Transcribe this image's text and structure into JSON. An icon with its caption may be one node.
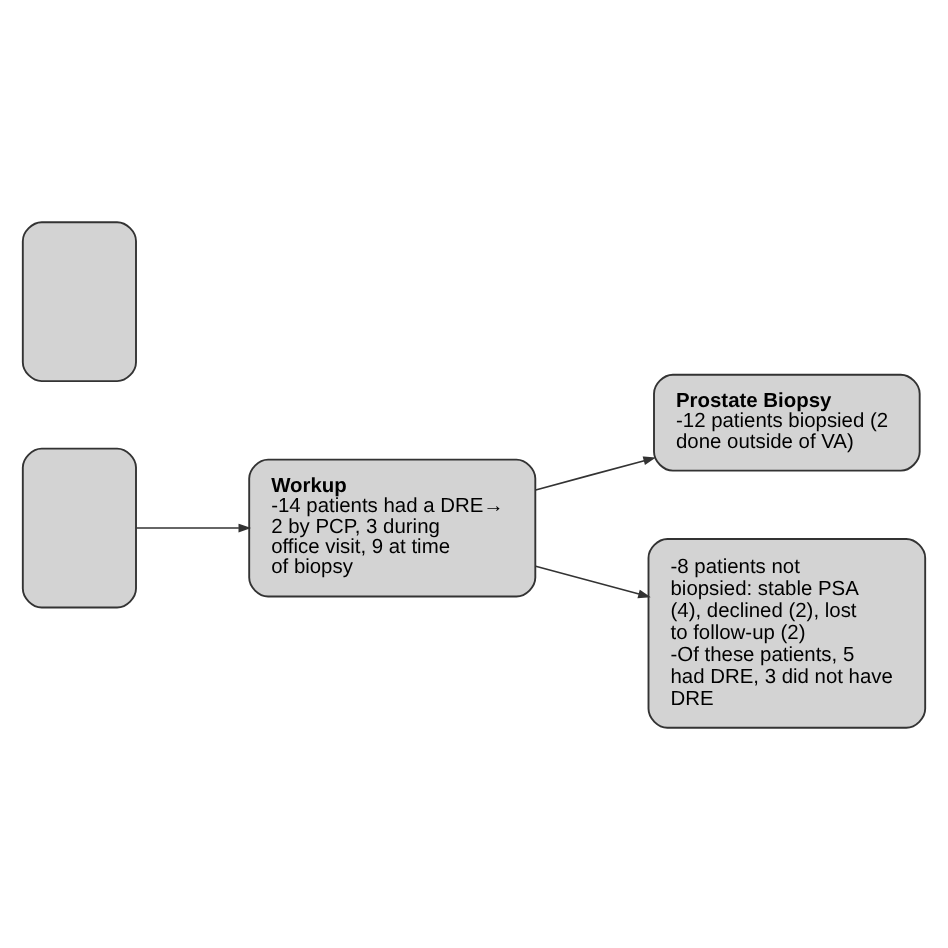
{
  "diagram": {
    "nodes": [
      {
        "text": [],
        "shape": "box"
      },
      {
        "text": [],
        "shape": "box"
      },
      {
        "text": [
          "Workup",
          "-14 patients had a DRE→ 2 by PCP, 3 during office visit, 9 at time of biopsy"
        ]
      },
      {
        "text": [
          "Prostate Biopsy",
          "-12 patients biopsied (2 done outside of VA)"
        ]
      },
      {
        "text": [
          "-8 patients not biopsied: stable PSA (4), declined (2), lost to follow-up (2)",
          "-Of these patients, 5 had DRE, 3 did not have DRE"
        ]
      }
    ],
    "edges": [
      {
        "from": 1,
        "to": 2,
        "arrow": "to"
      },
      {
        "from": 2,
        "to": 3,
        "arrow": "to"
      },
      {
        "from": 2,
        "to": 4,
        "arrow": "to"
      }
    ]
  }
}
